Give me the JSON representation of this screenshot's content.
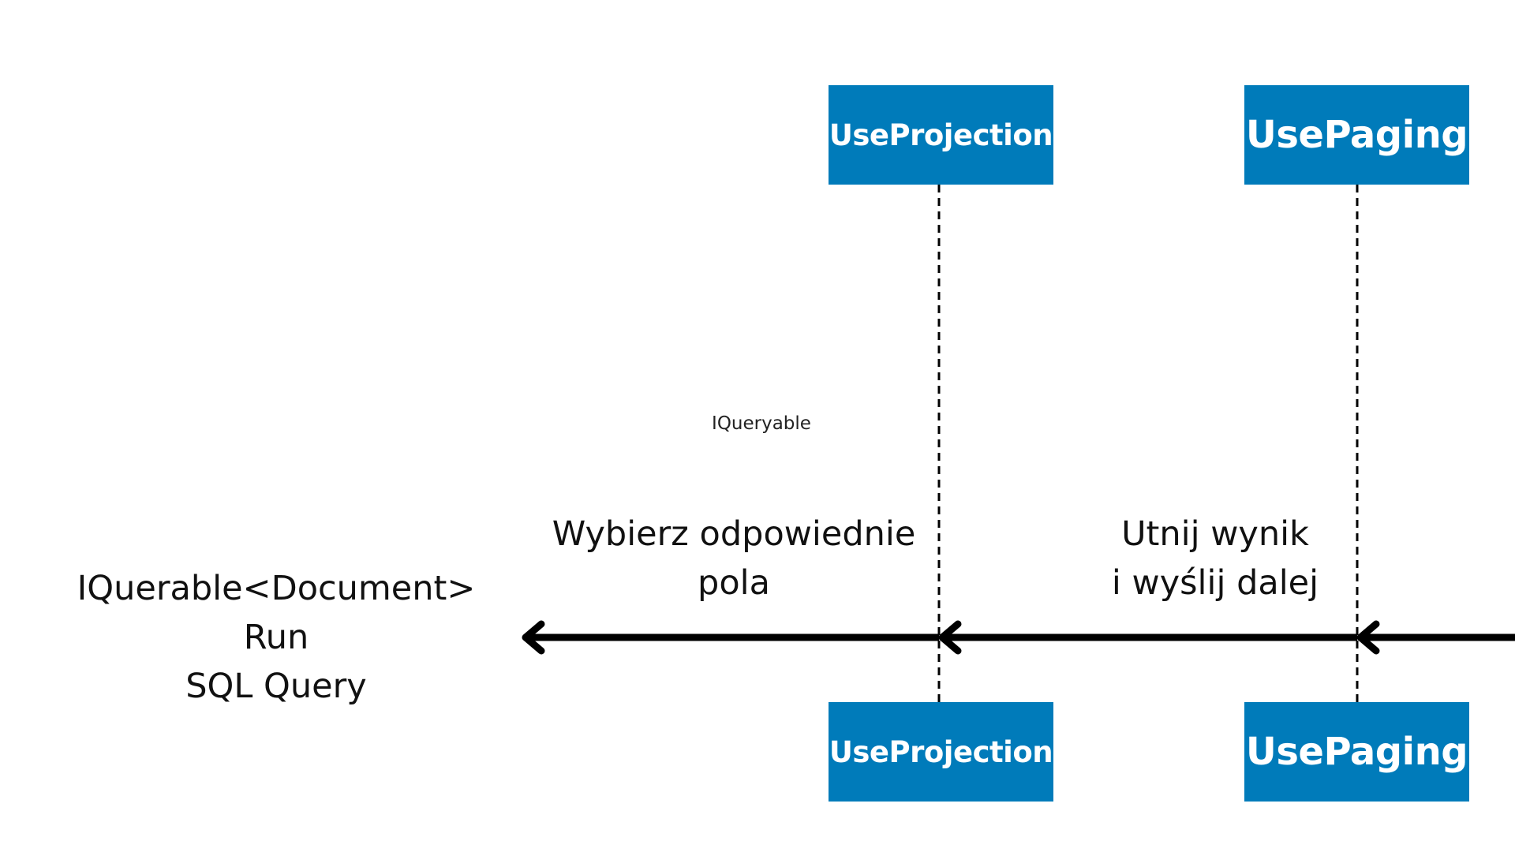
{
  "participants": {
    "projection_top": "UseProjection",
    "paging_top": "UsePaging",
    "projection_bottom": "UseProjection",
    "paging_bottom": "UsePaging"
  },
  "labels": {
    "iqueryable": "IQueryable",
    "select_fields": [
      "Wybierz odpowiednie",
      "pola"
    ],
    "trim_result": [
      "Utnij wynik",
      "i wyślij dalej"
    ],
    "source": [
      "IQuerable<Document>",
      "Run",
      "SQL Query"
    ]
  },
  "colors": {
    "box_fill": "#007bba",
    "box_text": "#ffffff",
    "arrow": "#000000",
    "text": "#111111"
  }
}
